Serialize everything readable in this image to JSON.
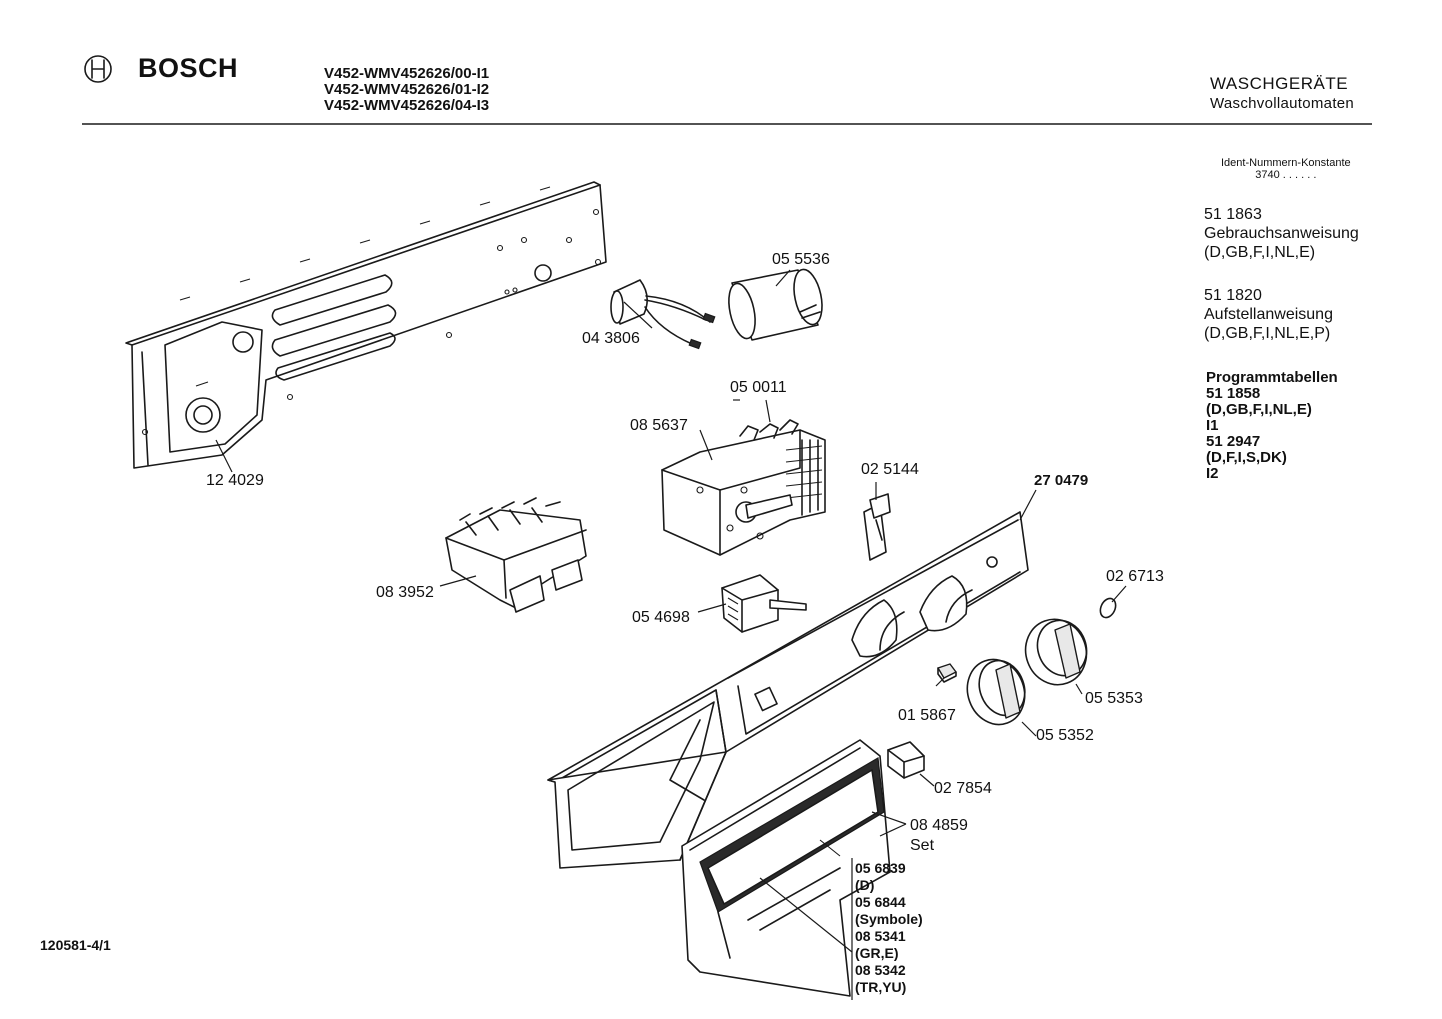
{
  "header": {
    "brand": "BOSCH",
    "brand_logo_icon": "bosch-armature-logo-icon",
    "models": [
      "V452-WMV452626/00-I1",
      "V452-WMV452626/01-I2",
      "V452-WMV452626/04-I3"
    ],
    "category": "WASCHGERÄTE",
    "subcategory": "Waschvollautomaten"
  },
  "ident": {
    "label": "Ident-Nummern-Konstante",
    "value": "3740  . .  . . . ."
  },
  "documents": [
    {
      "number": "51 1863",
      "title": "Gebrauchsanweisung",
      "languages": "(D,GB,F,I,NL,E)"
    },
    {
      "number": "51 1820",
      "title": "Aufstellanweisung",
      "languages": "(D,GB,F,I,NL,E,P)"
    }
  ],
  "program_tables": {
    "heading": "Programmtabellen",
    "entries": [
      {
        "number": "51 1858",
        "languages": "(D,GB,F,I,NL,E)",
        "variant": "I1"
      },
      {
        "number": "51 2947",
        "languages": "(D,F,I,S,DK)",
        "variant": "I2"
      }
    ]
  },
  "parts": {
    "p124029": "12 4029",
    "p043806": "04 3806",
    "p055536": "05 5536",
    "p050011": "05 0011",
    "p085637": "08 5637",
    "p025144": "02 5144",
    "p270479": "27 0479",
    "p083952": "08 3952",
    "p054698": "05 4698",
    "p026713": "02 6713",
    "p015867": "01 5867",
    "p055353": "05 5353",
    "p055352": "05 5352",
    "p027854": "02 7854",
    "p084859": "08 4859",
    "p084859_note": "Set"
  },
  "window_variants": [
    {
      "number": "05 6839",
      "variant": "(D)"
    },
    {
      "number": "05 6844",
      "variant": "(Symbole)"
    },
    {
      "number": "08 5341",
      "variant": "(GR,E)"
    },
    {
      "number": "08 5342",
      "variant": "(TR,YU)"
    }
  ],
  "footer": {
    "drawing_number": "120581-4/1"
  }
}
